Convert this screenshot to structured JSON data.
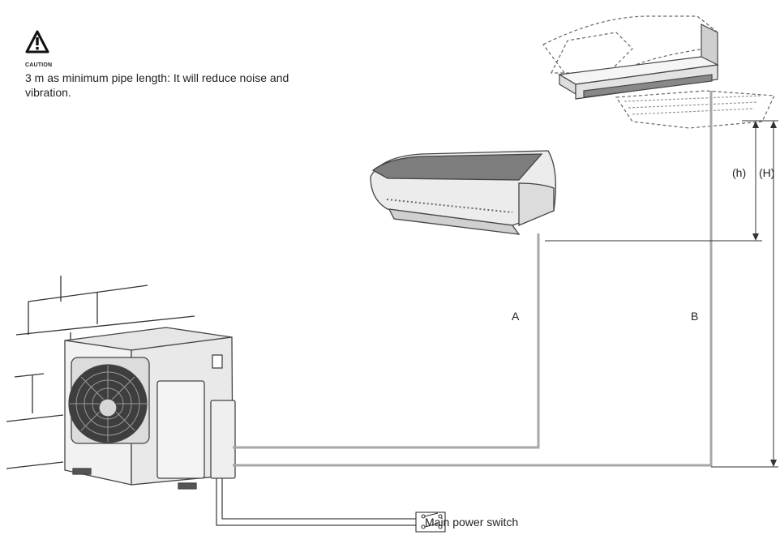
{
  "caution": {
    "icon": "warning-triangle-icon",
    "label": "CAUTION",
    "note": "3 m as minimum pipe length: It will reduce noise and vibration."
  },
  "labels": {
    "pipe_a": "A",
    "pipe_b": "B",
    "height_h": "(h)",
    "height_H": "(H)",
    "main_power_switch": "Main power switch"
  },
  "colors": {
    "pipe": "#a7a7a7",
    "line": "#333333",
    "unit_body": "#f2f2f2",
    "unit_edge": "#444444"
  }
}
